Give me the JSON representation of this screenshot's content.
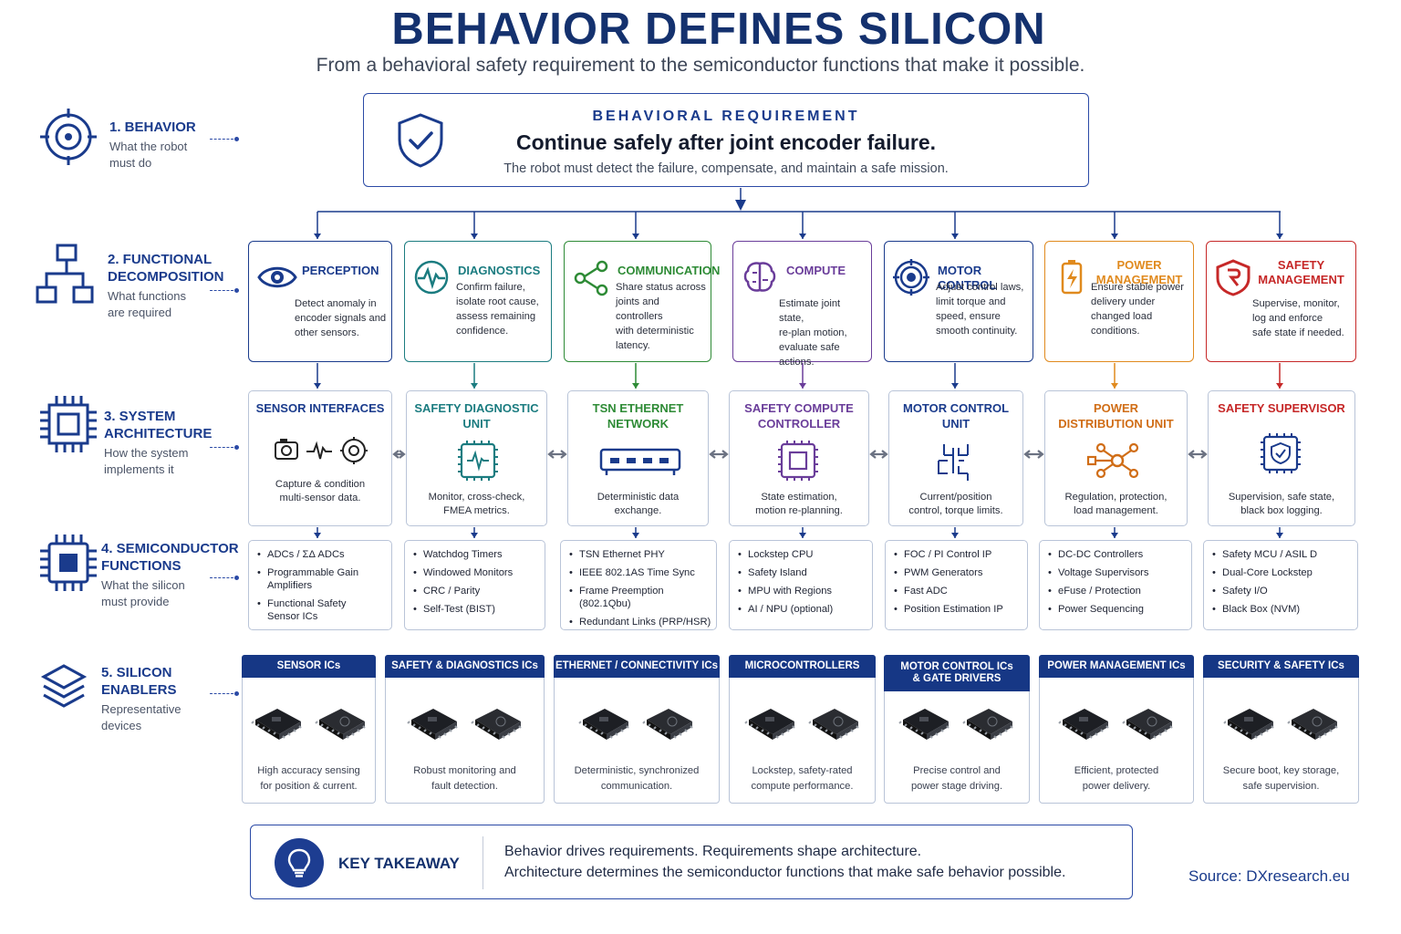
{
  "title": "BEHAVIOR DEFINES SILICON",
  "subtitle": "From a behavioral safety requirement to the semiconductor functions that make it possible.",
  "stages": [
    {
      "title": "1. BEHAVIOR",
      "desc": "What the robot\nmust do",
      "icon": "target-icon"
    },
    {
      "title": "2. FUNCTIONAL\nDECOMPOSITION",
      "desc": "What functions\nare required",
      "icon": "hierarchy-icon"
    },
    {
      "title": "3. SYSTEM\nARCHITECTURE",
      "desc": "How the system\nimplements it",
      "icon": "chip-icon"
    },
    {
      "title": "4. SEMICONDUCTOR\nFUNCTIONS",
      "desc": "What the silicon\nmust provide",
      "icon": "processor-icon"
    },
    {
      "title": "5. SILICON\nENABLERS",
      "desc": "Representative\ndevices",
      "icon": "layers-icon"
    }
  ],
  "requirement": {
    "eyebrow": "BEHAVIORAL REQUIREMENT",
    "headline": "Continue safely after joint encoder failure.",
    "subline": "The robot must detect the failure, compensate, and maintain a safe mission.",
    "icon": "shield-check-icon"
  },
  "functions": [
    {
      "title": "PERCEPTION",
      "desc": "Detect anomaly in\nencoder signals and\nother sensors.",
      "color": "#1a3b8c",
      "icon": "eye-icon"
    },
    {
      "title": "DIAGNOSTICS",
      "desc": "Confirm failure,\nisolate root cause,\nassess remaining\nconfidence.",
      "color": "#1b7c80",
      "icon": "pulse-icon"
    },
    {
      "title": "COMMUNICATION",
      "desc": "Share status across\njoints and controllers\nwith deterministic\nlatency.",
      "color": "#2e8b36",
      "icon": "share-icon"
    },
    {
      "title": "COMPUTE",
      "desc": "Estimate joint state,\nre-plan motion,\nevaluate safe actions.",
      "color": "#6a3d9a",
      "icon": "brain-icon"
    },
    {
      "title": "MOTOR CONTROL",
      "desc": "Adjust control laws,\nlimit torque and\nspeed, ensure\nsmooth continuity.",
      "color": "#1a3b8c",
      "icon": "motor-icon"
    },
    {
      "title": "POWER\nMANAGEMENT",
      "desc": "Ensure stable power\ndelivery under\nchanged load\nconditions.",
      "color": "#e08a1e",
      "icon": "battery-icon"
    },
    {
      "title": "SAFETY\nMANAGEMENT",
      "desc": "Supervise, monitor,\nlog and enforce\nsafe state if needed.",
      "color": "#c62828",
      "icon": "shield-icon"
    }
  ],
  "architecture": [
    {
      "title": "SENSOR INTERFACES",
      "desc": "Capture & condition\nmulti-sensor data.",
      "color": "#1a3b8c"
    },
    {
      "title": "SAFETY DIAGNOSTIC\nUNIT",
      "desc": "Monitor, cross-check,\nFMEA metrics.",
      "color": "#1b7c80"
    },
    {
      "title": "TSN ETHERNET\nNETWORK",
      "desc": "Deterministic data\nexchange.",
      "color": "#2e8b36"
    },
    {
      "title": "SAFETY COMPUTE\nCONTROLLER",
      "desc": "State estimation,\nmotion re-planning.",
      "color": "#6a3d9a"
    },
    {
      "title": "MOTOR CONTROL\nUNIT",
      "desc": "Current/position\ncontrol, torque limits.",
      "color": "#1a3b8c"
    },
    {
      "title": "POWER\nDISTRIBUTION UNIT",
      "desc": "Regulation, protection,\nload management.",
      "color": "#d06d16"
    },
    {
      "title": "SAFETY SUPERVISOR",
      "desc": "Supervision, safe state,\nblack box logging.",
      "color": "#c62828"
    }
  ],
  "semiconductor": [
    [
      "ADCs / ΣΔ ADCs",
      "Programmable Gain\nAmplifiers",
      "Functional Safety\nSensor ICs"
    ],
    [
      "Watchdog Timers",
      "Windowed Monitors",
      "CRC / Parity",
      "Self-Test (BIST)"
    ],
    [
      "TSN Ethernet PHY",
      "IEEE 802.1AS Time Sync",
      "Frame Preemption (802.1Qbu)",
      "Redundant Links (PRP/HSR)"
    ],
    [
      "Lockstep CPU",
      "Safety Island",
      "MPU with Regions",
      "AI / NPU (optional)"
    ],
    [
      "FOC / PI Control IP",
      "PWM Generators",
      "Fast ADC",
      "Position Estimation IP"
    ],
    [
      "DC-DC Controllers",
      "Voltage Supervisors",
      "eFuse / Protection",
      "Power Sequencing"
    ],
    [
      "Safety MCU / ASIL D",
      "Dual-Core Lockstep",
      "Safety I/O",
      "Black Box (NVM)"
    ]
  ],
  "enablers": [
    {
      "title": "SENSOR ICs",
      "desc": "High accuracy sensing\nfor position & current."
    },
    {
      "title": "SAFETY & DIAGNOSTICS ICs",
      "desc": "Robust monitoring and\nfault detection."
    },
    {
      "title": "ETHERNET / CONNECTIVITY ICs",
      "desc": "Deterministic, synchronized\ncommunication."
    },
    {
      "title": "MICROCONTROLLERS",
      "desc": "Lockstep, safety-rated\ncompute performance."
    },
    {
      "title": "MOTOR CONTROL ICs\n& GATE DRIVERS",
      "desc": "Precise control and\npower stage driving."
    },
    {
      "title": "POWER MANAGEMENT ICs",
      "desc": "Efficient, protected\npower delivery."
    },
    {
      "title": "SECURITY & SAFETY ICs",
      "desc": "Secure boot, key storage,\nsafe supervision."
    }
  ],
  "takeaway": {
    "label": "KEY TAKEAWAY",
    "line1": "Behavior drives requirements. Requirements shape architecture.",
    "line2": "Architecture determines the semiconductor functions that make safe behavior possible.",
    "icon": "lightbulb-icon"
  },
  "source": "Source: DXresearch.eu"
}
